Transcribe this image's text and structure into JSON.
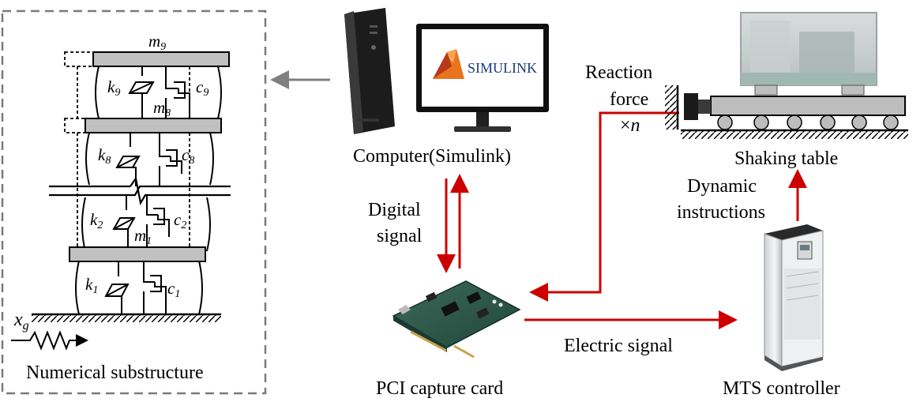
{
  "colors": {
    "signal": "#cc0000",
    "link": "#808080",
    "slab": "#c0c0c0",
    "frame": "#7a7a7a"
  },
  "substructure": {
    "label": "Numerical substructure",
    "masses": {
      "top": "m",
      "top_sub": "9",
      "upper": "m",
      "upper_sub": "8",
      "lower": "m",
      "lower_sub": "1"
    },
    "springs": [
      {
        "k": "k",
        "k_sub": "9",
        "c": "c",
        "c_sub": "9"
      },
      {
        "k": "k",
        "k_sub": "8",
        "c": "c",
        "c_sub": "8"
      },
      {
        "k": "k",
        "k_sub": "2",
        "c": "c",
        "c_sub": "2"
      },
      {
        "k": "k",
        "k_sub": "1",
        "c": "c",
        "c_sub": "1"
      }
    ],
    "ground_motion": {
      "x": "x",
      "x_sub": "g"
    }
  },
  "computer": {
    "label": "Computer(Simulink)",
    "logo_text": "SIMULINK",
    "icon": "desktop-computer-icon"
  },
  "pci": {
    "label": "PCI capture card",
    "icon": "pci-card-icon"
  },
  "mts": {
    "label": "MTS controller",
    "icon": "controller-cabinet-icon"
  },
  "shaking_table": {
    "label": "Shaking table",
    "icon": "shaking-table-icon"
  },
  "links": {
    "digital": {
      "line1": "Digital",
      "line2": "signal"
    },
    "electric": "Electric signal",
    "dynamic": {
      "line1": "Dynamic",
      "line2": "instructions"
    },
    "reaction": {
      "line1": "Reaction",
      "line2": "force",
      "scale_prefix": "×",
      "scale_n": "n"
    }
  }
}
